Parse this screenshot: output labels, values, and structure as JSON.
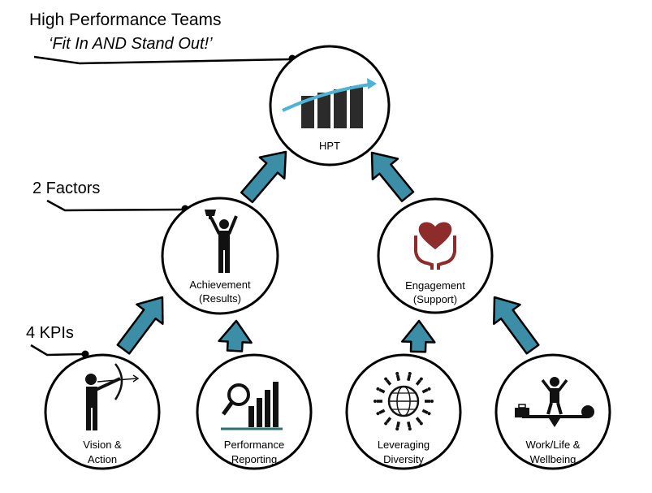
{
  "header": {
    "title": "High Performance Teams",
    "subtitle": "‘Fit In AND Stand Out!’"
  },
  "levels": {
    "factors_label": "2 Factors",
    "kpis_label": "4 KPIs"
  },
  "top_node": {
    "label": "HPT",
    "icon": "rising-bar-chart-icon"
  },
  "factors": [
    {
      "line1": "Achievement",
      "line2": "(Results)",
      "icon": "trophy-person-icon"
    },
    {
      "line1": "Engagement",
      "line2": "(Support)",
      "icon": "heart-hands-icon"
    }
  ],
  "kpis": [
    {
      "line1": "Vision &",
      "line2": "Action",
      "icon": "archer-icon"
    },
    {
      "line1": "Performance",
      "line2": "Reporting",
      "icon": "magnifier-bar-chart-icon"
    },
    {
      "line1": "Leveraging",
      "line2": "Diversity",
      "icon": "globe-people-icon"
    },
    {
      "line1": "Work/Life &",
      "line2": "Wellbeing",
      "icon": "balance-scale-icon"
    }
  ],
  "colors": {
    "arrow_fill": "#3b8ea5",
    "arrow_stroke": "#000000",
    "circle_stroke": "#000000",
    "icon_dark": "#2b2b2b",
    "hpt_arrow": "#4fb3d6",
    "heart": "#8e2c2c"
  }
}
